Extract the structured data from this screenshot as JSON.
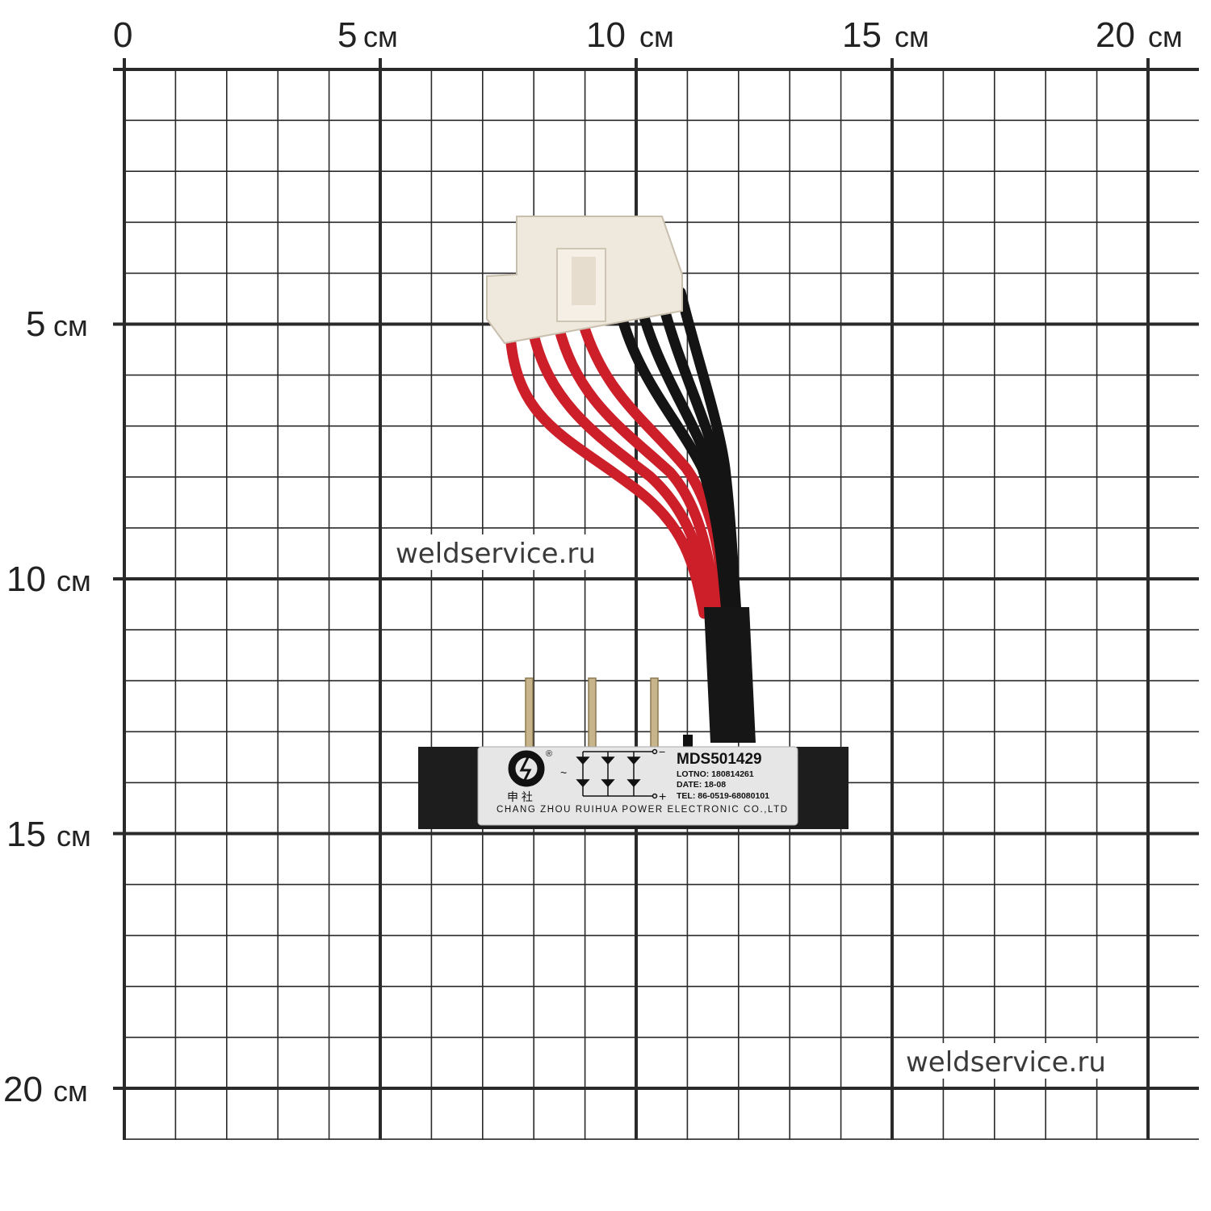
{
  "ruler": {
    "top": [
      {
        "num": "0",
        "unit": ""
      },
      {
        "num": "5",
        "unit": "см"
      },
      {
        "num": "10",
        "unit": "см"
      },
      {
        "num": "15",
        "unit": "см"
      },
      {
        "num": "20",
        "unit": "см"
      }
    ],
    "left": [
      {
        "num": "5",
        "unit": "см"
      },
      {
        "num": "10",
        "unit": "см"
      },
      {
        "num": "15",
        "unit": "см"
      },
      {
        "num": "20",
        "unit": "см"
      }
    ]
  },
  "watermarks": [
    "weldservice.ru",
    "weldservice.ru"
  ],
  "product_label": {
    "model": "MDS501429",
    "lot": "LOTNO: 180814261",
    "date": "DATE: 18-08",
    "tel": "TEL: 86-0519-68080101",
    "company": "CHANG ZHOU RUIHUA POWER ELECTRONIC CO.,LTD",
    "brand_chars": "申 社",
    "registered": "®",
    "minus": "−",
    "plus": "+",
    "ac": "~"
  },
  "colors": {
    "grid": "#2a2a2a",
    "wire_red": "#d0202a",
    "wire_black": "#151515",
    "module": "#1c1c1c",
    "label": "#e4e4e4"
  }
}
